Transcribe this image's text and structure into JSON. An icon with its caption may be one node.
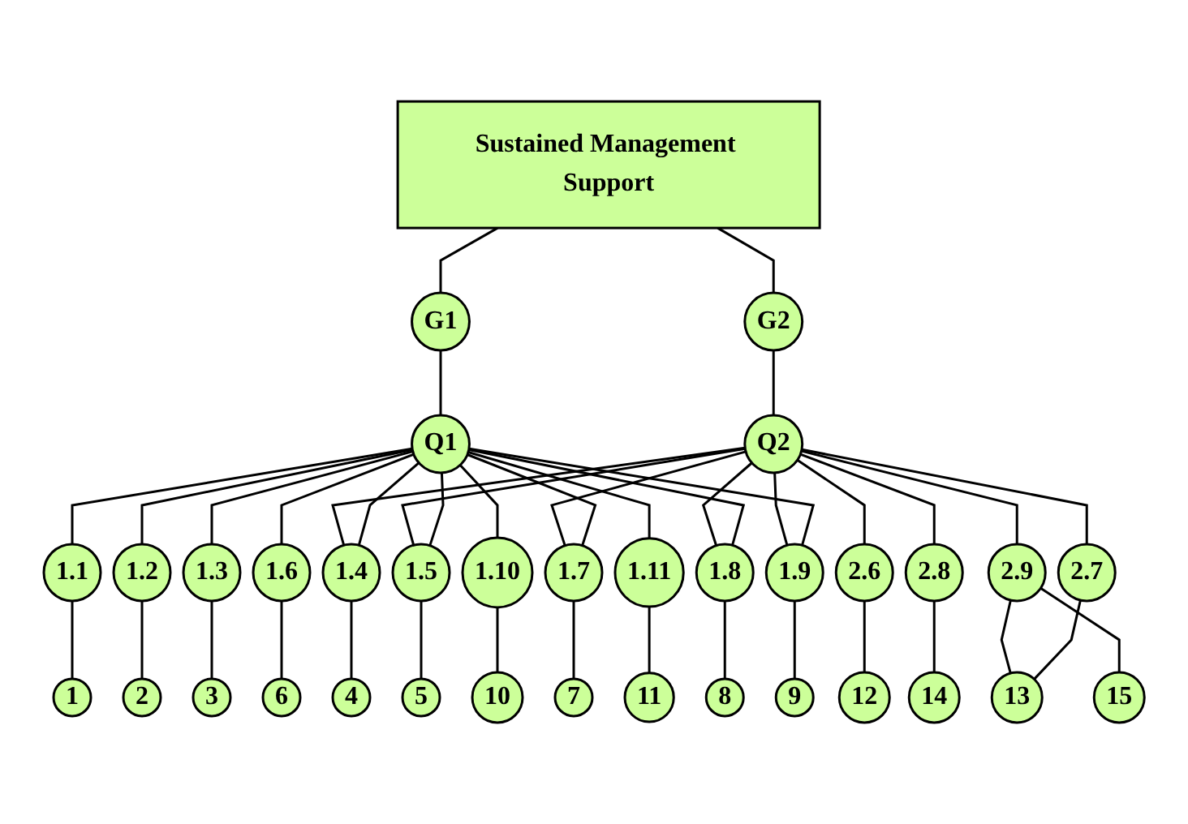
{
  "diagram": {
    "nodes": [
      {
        "text": [
          "Sustained Management Support"
        ]
      },
      {
        "text": [
          "G1"
        ]
      },
      {
        "text": [
          "G2"
        ]
      },
      {
        "text": [
          "Q1"
        ]
      },
      {
        "text": [
          "Q2"
        ]
      },
      {
        "text": [
          "1.1"
        ]
      },
      {
        "text": [
          "1.2"
        ]
      },
      {
        "text": [
          "1.3"
        ]
      },
      {
        "text": [
          "1.4"
        ]
      },
      {
        "text": [
          "1.5"
        ]
      },
      {
        "text": [
          "1.6"
        ]
      },
      {
        "text": [
          "1.7"
        ]
      },
      {
        "text": [
          "1.8"
        ]
      },
      {
        "text": [
          "1.9"
        ]
      },
      {
        "text": [
          "1.10"
        ]
      },
      {
        "text": [
          "1.11"
        ]
      },
      {
        "text": [
          "2.6"
        ]
      },
      {
        "text": [
          "2.7"
        ]
      },
      {
        "text": [
          "2.8"
        ]
      },
      {
        "text": [
          "2.9"
        ]
      },
      {
        "text": [
          "1"
        ]
      },
      {
        "text": [
          "2"
        ]
      },
      {
        "text": [
          "3"
        ]
      },
      {
        "text": [
          "4"
        ]
      },
      {
        "text": [
          "5"
        ]
      },
      {
        "text": [
          "6"
        ]
      },
      {
        "text": [
          "7"
        ]
      },
      {
        "text": [
          "8"
        ]
      },
      {
        "text": [
          "9"
        ]
      },
      {
        "text": [
          "10"
        ]
      },
      {
        "text": [
          "11"
        ]
      },
      {
        "text": [
          "12"
        ]
      },
      {
        "text": [
          "13"
        ]
      },
      {
        "text": [
          "14"
        ]
      },
      {
        "text": [
          "15"
        ]
      }
    ],
    "edges": [
      {
        "from": 0,
        "to": 1,
        "arrow": "none"
      },
      {
        "from": 0,
        "to": 2,
        "arrow": "none"
      },
      {
        "from": 1,
        "to": 3,
        "arrow": "none"
      },
      {
        "from": 2,
        "to": 4,
        "arrow": "none"
      },
      {
        "from": 3,
        "to": 5,
        "arrow": "none"
      },
      {
        "from": 3,
        "to": 6,
        "arrow": "none"
      },
      {
        "from": 3,
        "to": 7,
        "arrow": "none"
      },
      {
        "from": 3,
        "to": 8,
        "arrow": "none"
      },
      {
        "from": 3,
        "to": 9,
        "arrow": "none"
      },
      {
        "from": 3,
        "to": 10,
        "arrow": "none"
      },
      {
        "from": 3,
        "to": 11,
        "arrow": "none"
      },
      {
        "from": 3,
        "to": 12,
        "arrow": "none"
      },
      {
        "from": 3,
        "to": 13,
        "arrow": "none"
      },
      {
        "from": 3,
        "to": 14,
        "arrow": "none"
      },
      {
        "from": 3,
        "to": 15,
        "arrow": "none"
      },
      {
        "from": 4,
        "to": 8,
        "arrow": "none"
      },
      {
        "from": 4,
        "to": 9,
        "arrow": "none"
      },
      {
        "from": 4,
        "to": 11,
        "arrow": "none"
      },
      {
        "from": 4,
        "to": 12,
        "arrow": "none"
      },
      {
        "from": 4,
        "to": 13,
        "arrow": "none"
      },
      {
        "from": 4,
        "to": 16,
        "arrow": "none"
      },
      {
        "from": 4,
        "to": 17,
        "arrow": "none"
      },
      {
        "from": 4,
        "to": 18,
        "arrow": "none"
      },
      {
        "from": 4,
        "to": 19,
        "arrow": "none"
      },
      {
        "from": 5,
        "to": 20,
        "arrow": "none"
      },
      {
        "from": 6,
        "to": 21,
        "arrow": "none"
      },
      {
        "from": 7,
        "to": 22,
        "arrow": "none"
      },
      {
        "from": 8,
        "to": 23,
        "arrow": "none"
      },
      {
        "from": 9,
        "to": 24,
        "arrow": "none"
      },
      {
        "from": 10,
        "to": 25,
        "arrow": "none"
      },
      {
        "from": 11,
        "to": 26,
        "arrow": "none"
      },
      {
        "from": 12,
        "to": 27,
        "arrow": "none"
      },
      {
        "from": 13,
        "to": 28,
        "arrow": "none"
      },
      {
        "from": 14,
        "to": 29,
        "arrow": "none"
      },
      {
        "from": 15,
        "to": 30,
        "arrow": "none"
      },
      {
        "from": 16,
        "to": 31,
        "arrow": "none"
      },
      {
        "from": 17,
        "to": 32,
        "arrow": "none"
      },
      {
        "from": 18,
        "to": 33,
        "arrow": "none"
      },
      {
        "from": 19,
        "to": 34,
        "arrow": "none"
      },
      {
        "from": 19,
        "to": 32,
        "arrow": "none"
      }
    ]
  }
}
